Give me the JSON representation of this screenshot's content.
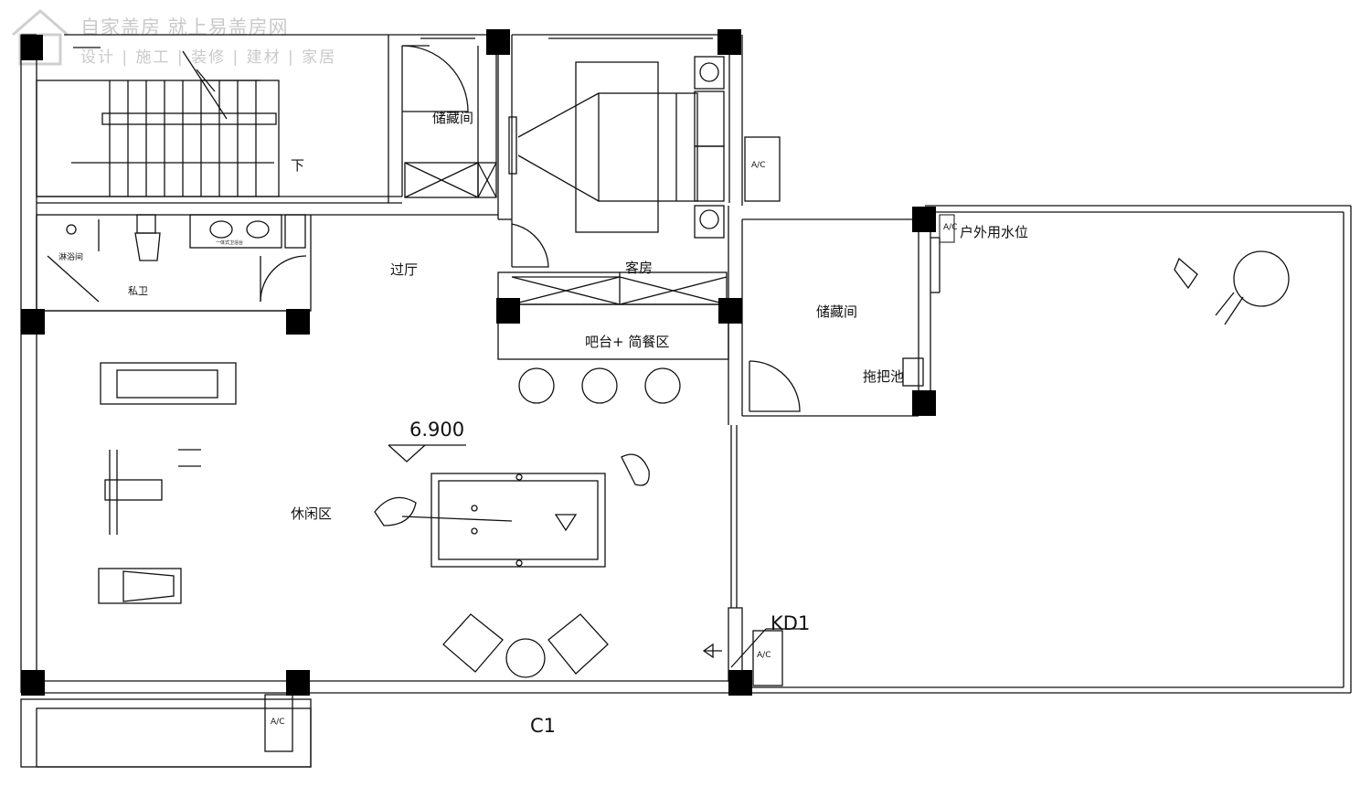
{
  "watermark": {
    "line1": "自家盖房 就上易盖房网",
    "line2": "设计 | 施工 | 装修 | 建材 | 家居"
  },
  "rooms": {
    "storage_top": "储藏间",
    "guest_room": "客房",
    "hall": "过厅",
    "shower": "淋浴间",
    "private_bath": "私卫",
    "vanity_note": "一体式卫浴台",
    "bar": "吧台+ 简餐区",
    "storage_right": "储藏间",
    "outdoor_water": "户外用水位",
    "mop_sink": "拖把池",
    "leisure": "休闲区"
  },
  "stairs_down": "下",
  "elevation": "6.900",
  "door_kd1": "KD1",
  "window_c1": "C1",
  "ac_marks": [
    "A/C",
    "A/C",
    "A/C",
    "A/C"
  ]
}
